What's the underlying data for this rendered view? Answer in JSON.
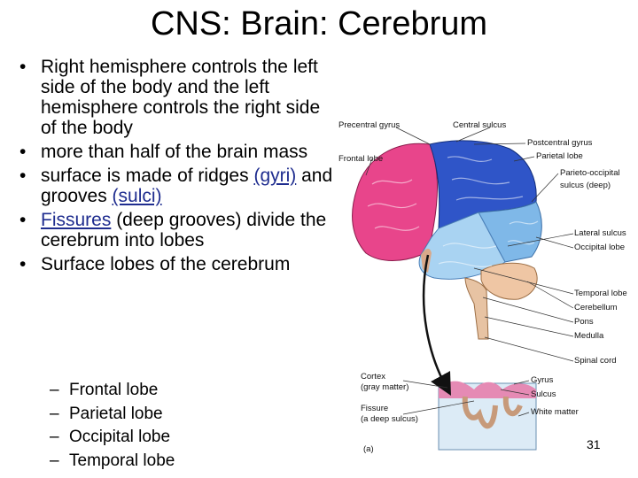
{
  "slide": {
    "title": "CNS: Brain: Cerebrum",
    "page_number": "31"
  },
  "bullets": {
    "b1": "Right hemisphere controls the left side of the body and the left hemisphere controls the right side of the body",
    "b2": "more than half of the brain mass",
    "b3_pre": "surface is made of ridges ",
    "b3_gyri": "(gyri)",
    "b3_mid": " and grooves ",
    "b3_sulci": "(sulci)",
    "b4_link": "Fissures",
    "b4_rest": " (deep grooves) divide the cerebrum into lobes",
    "b5": "Surface lobes of the cerebrum"
  },
  "lobes": {
    "dash": "–",
    "items": [
      "Frontal lobe",
      "Parietal lobe",
      "Occipital lobe",
      "Temporal lobe"
    ]
  },
  "diagram": {
    "labels": {
      "precentral": "Precentral gyrus",
      "central": "Central sulcus",
      "postcentral": "Postcentral gyrus",
      "frontal": "Frontal lobe",
      "parietal": "Parietal lobe",
      "parieto1": "Parieto-occipital",
      "parieto2": "sulcus (deep)",
      "lateral": "Lateral sulcus",
      "occipital": "Occipital lobe",
      "temporal": "Temporal lobe",
      "cerebellum": "Cerebellum",
      "pons": "Pons",
      "medulla": "Medulla",
      "spinal": "Spinal cord",
      "cortex1": "Cortex",
      "cortex2": "(gray matter)",
      "gyrus": "Gyrus",
      "sulcus": "Sulcus",
      "fissure1": "Fissure",
      "fissure2": "(a deep sulcus)",
      "white": "White matter",
      "panel": "(a)"
    },
    "colors": {
      "frontal": "#e8458b",
      "parietal": "#2f55c8",
      "occipital": "#7fb8e8",
      "temporal": "#a9d3f2",
      "cerebellum": "#efc6a4",
      "brainstem": "#e7c3a3"
    }
  }
}
